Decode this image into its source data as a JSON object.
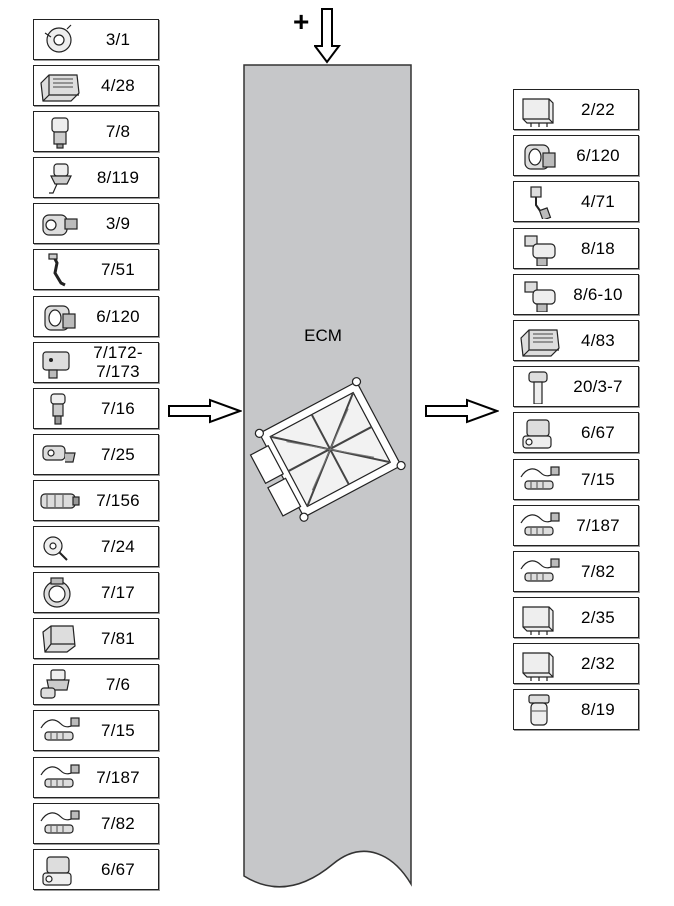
{
  "ecm": {
    "label": "ECM",
    "power_symbol": "+"
  },
  "left_components": [
    {
      "label": "3/1",
      "icon": "sensor-round-icon"
    },
    {
      "label": "4/28",
      "icon": "control-module-icon"
    },
    {
      "label": "7/8",
      "icon": "temperature-switch-icon"
    },
    {
      "label": "8/119",
      "icon": "pressure-switch-icon"
    },
    {
      "label": "3/9",
      "icon": "actuator-icon"
    },
    {
      "label": "7/51",
      "icon": "pedal-sensor-icon"
    },
    {
      "label": "6/120",
      "icon": "throttle-body-icon"
    },
    {
      "label": "7/172-\n7/173",
      "icon": "position-sensor-icon"
    },
    {
      "label": "7/16",
      "icon": "coolant-sensor-icon"
    },
    {
      "label": "7/25",
      "icon": "speed-sensor-icon"
    },
    {
      "label": "7/156",
      "icon": "connector-sensor-icon"
    },
    {
      "label": "7/24",
      "icon": "knock-sensor-icon"
    },
    {
      "label": "7/17",
      "icon": "mass-airflow-sensor-icon"
    },
    {
      "label": "7/81",
      "icon": "map-sensor-icon"
    },
    {
      "label": "7/6",
      "icon": "oil-pressure-sensor-icon"
    },
    {
      "label": "7/15",
      "icon": "oxygen-sensor-icon"
    },
    {
      "label": "7/187",
      "icon": "oxygen-sensor-icon"
    },
    {
      "label": "7/82",
      "icon": "oxygen-sensor-icon"
    },
    {
      "label": "6/67",
      "icon": "solenoid-valve-icon"
    }
  ],
  "right_components": [
    {
      "label": "2/22",
      "icon": "relay-icon"
    },
    {
      "label": "6/120",
      "icon": "throttle-body-icon"
    },
    {
      "label": "4/71",
      "icon": "glow-plug-icon"
    },
    {
      "label": "8/18",
      "icon": "injector-icon"
    },
    {
      "label": "8/6-10",
      "icon": "injector-icon"
    },
    {
      "label": "4/83",
      "icon": "control-module-icon"
    },
    {
      "label": "20/3-7",
      "icon": "ignition-coil-icon"
    },
    {
      "label": "6/67",
      "icon": "solenoid-valve-icon"
    },
    {
      "label": "7/15",
      "icon": "oxygen-sensor-icon"
    },
    {
      "label": "7/187",
      "icon": "oxygen-sensor-icon"
    },
    {
      "label": "7/82",
      "icon": "oxygen-sensor-icon"
    },
    {
      "label": "2/35",
      "icon": "relay-icon"
    },
    {
      "label": "2/32",
      "icon": "relay-icon"
    },
    {
      "label": "8/19",
      "icon": "fuel-pump-icon"
    }
  ]
}
